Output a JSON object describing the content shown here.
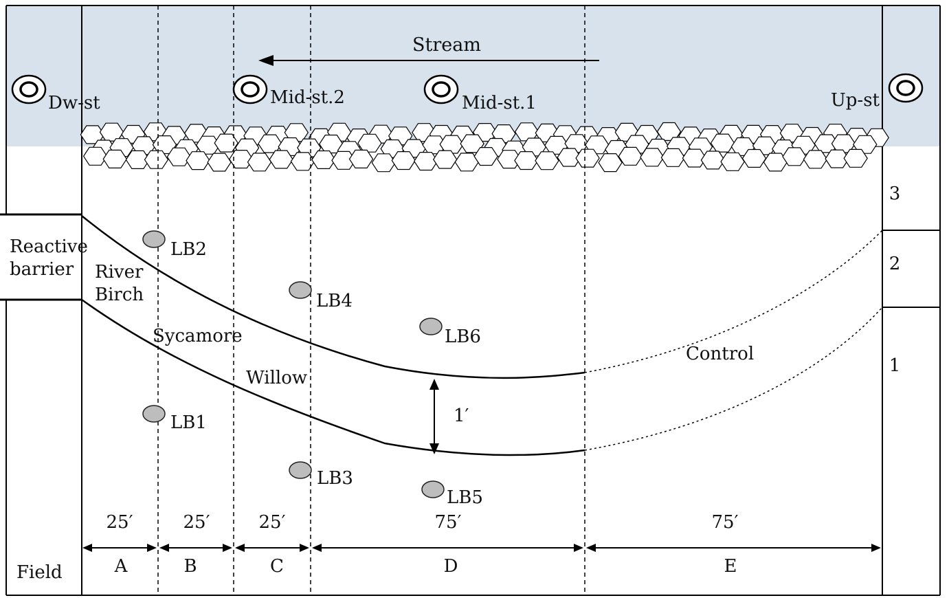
{
  "stream": {
    "label": "Stream",
    "water_color": "#d8e2ec"
  },
  "stations": [
    {
      "id": "dw",
      "label": "Dw-st"
    },
    {
      "id": "mid2",
      "label": "Mid-st.2"
    },
    {
      "id": "mid1",
      "label": "Mid-st.1"
    },
    {
      "id": "up",
      "label": "Up-st"
    }
  ],
  "barrier": {
    "line1": "Reactive",
    "line2": "barrier"
  },
  "trees": {
    "river_birch_1": "River",
    "river_birch_2": "Birch",
    "sycamore": "Sycamore",
    "willow": "Willow",
    "control": "Control"
  },
  "wells": [
    "LB1",
    "LB2",
    "LB3",
    "LB4",
    "LB5",
    "LB6"
  ],
  "width_label": "1′",
  "right_zones": [
    "3",
    "2",
    "1"
  ],
  "distances": [
    "25′",
    "25′",
    "25′",
    "75′",
    "75′"
  ],
  "sections": [
    "A",
    "B",
    "C",
    "D",
    "E"
  ],
  "field_label": "Field",
  "colors": {
    "well_fill": "#bdbdbd",
    "line": "#000000"
  }
}
